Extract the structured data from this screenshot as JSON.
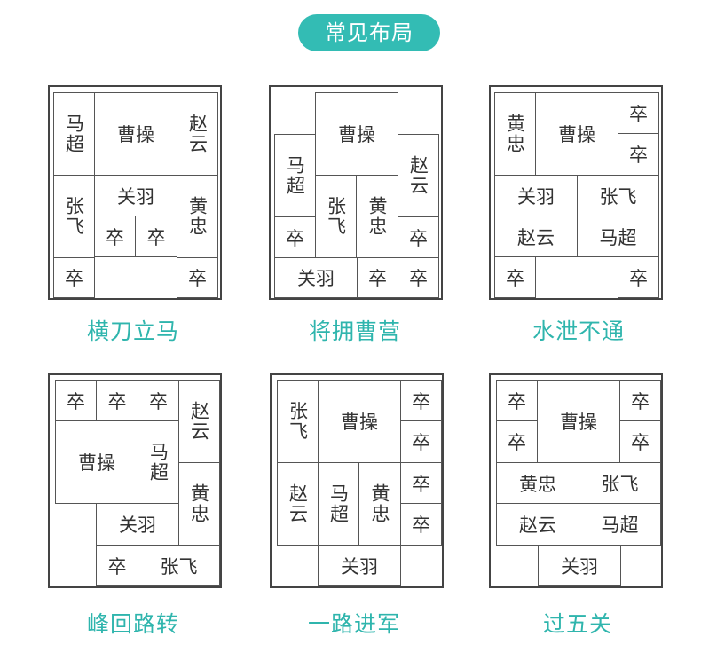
{
  "title": "常见布局",
  "layouts": [
    {
      "caption": "横刀立马",
      "tiles": [
        {
          "label": "马超"
        },
        {
          "label": "曹操"
        },
        {
          "label": "赵云"
        },
        {
          "label": "张飞"
        },
        {
          "label": "关羽"
        },
        {
          "label": "黄忠"
        },
        {
          "label": "卒"
        },
        {
          "label": "卒"
        },
        {
          "label": "卒"
        },
        {
          "label": "卒"
        }
      ]
    },
    {
      "caption": "将拥曹营",
      "tiles": [
        {
          "label": "曹操"
        },
        {
          "label": "马超"
        },
        {
          "label": "赵云"
        },
        {
          "label": "张飞"
        },
        {
          "label": "黄忠"
        },
        {
          "label": "卒"
        },
        {
          "label": "卒"
        },
        {
          "label": "关羽"
        },
        {
          "label": "卒"
        },
        {
          "label": "卒"
        }
      ]
    },
    {
      "caption": "水泄不通",
      "tiles": [
        {
          "label": "黄忠"
        },
        {
          "label": "曹操"
        },
        {
          "label": "卒"
        },
        {
          "label": "卒"
        },
        {
          "label": "关羽"
        },
        {
          "label": "张飞"
        },
        {
          "label": "赵云"
        },
        {
          "label": "马超"
        },
        {
          "label": "卒"
        },
        {
          "label": "卒"
        }
      ]
    },
    {
      "caption": "峰回路转",
      "tiles": [
        {
          "label": "卒"
        },
        {
          "label": "卒"
        },
        {
          "label": "卒"
        },
        {
          "label": "赵云"
        },
        {
          "label": "曹操"
        },
        {
          "label": "马超"
        },
        {
          "label": "黄忠"
        },
        {
          "label": "关羽"
        },
        {
          "label": "卒"
        },
        {
          "label": "张飞"
        }
      ]
    },
    {
      "caption": "一路进军",
      "tiles": [
        {
          "label": "张飞"
        },
        {
          "label": "曹操"
        },
        {
          "label": "卒"
        },
        {
          "label": "卒"
        },
        {
          "label": "赵云"
        },
        {
          "label": "马超"
        },
        {
          "label": "黄忠"
        },
        {
          "label": "卒"
        },
        {
          "label": "卒"
        },
        {
          "label": "关羽"
        }
      ]
    },
    {
      "caption": "过五关",
      "tiles": [
        {
          "label": "卒"
        },
        {
          "label": "曹操"
        },
        {
          "label": "卒"
        },
        {
          "label": "卒"
        },
        {
          "label": "卒"
        },
        {
          "label": "黄忠"
        },
        {
          "label": "张飞"
        },
        {
          "label": "赵云"
        },
        {
          "label": "马超"
        },
        {
          "label": "关羽"
        }
      ]
    }
  ]
}
